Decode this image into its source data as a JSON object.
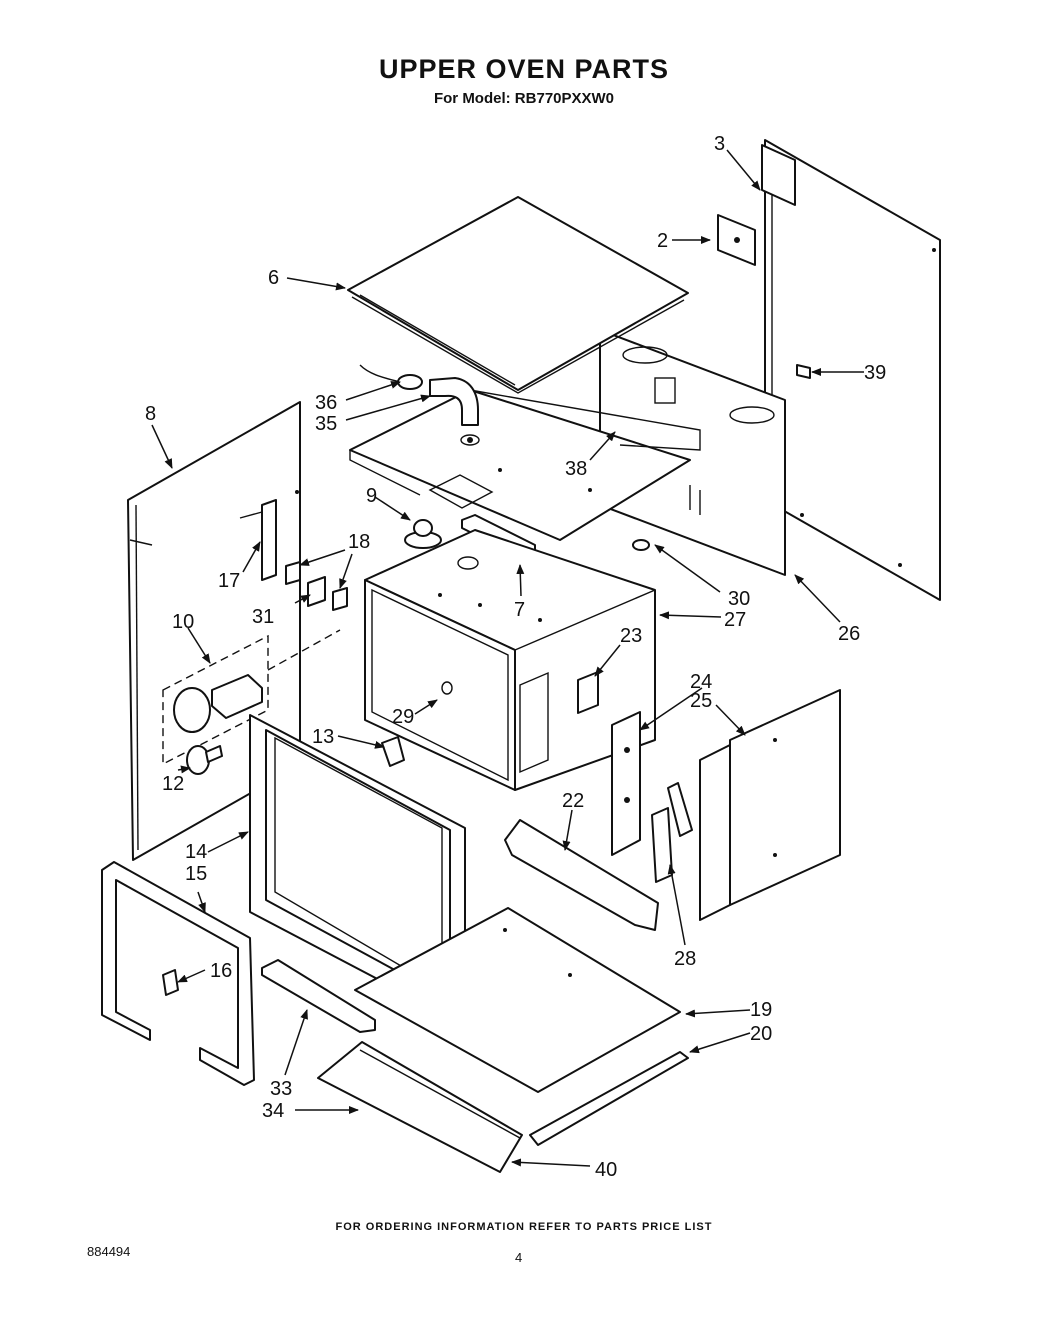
{
  "title": "UPPER OVEN PARTS",
  "subtitle": "For Model: RB770PXXW0",
  "footer_note": "FOR ORDERING INFORMATION REFER TO PARTS PRICE LIST",
  "document_number": "884494",
  "page_number": "4",
  "callouts": [
    "2",
    "3",
    "6",
    "7",
    "8",
    "9",
    "10",
    "12",
    "13",
    "14",
    "15",
    "16",
    "17",
    "18",
    "19",
    "20",
    "22",
    "23",
    "24",
    "25",
    "26",
    "27",
    "28",
    "29",
    "30",
    "31",
    "33",
    "34",
    "35",
    "36",
    "38",
    "39",
    "40"
  ]
}
